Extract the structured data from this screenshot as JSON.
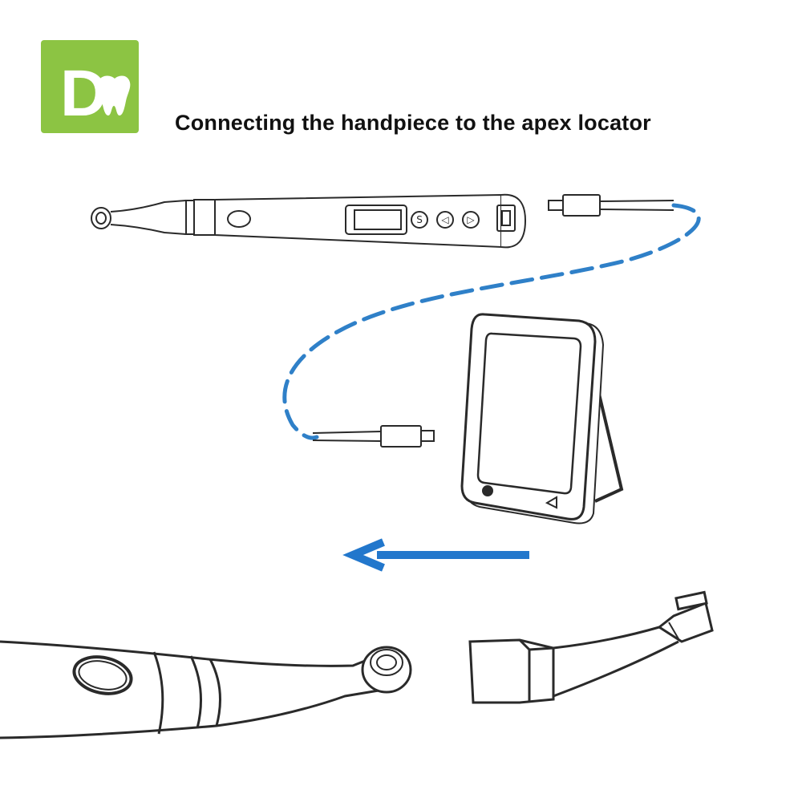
{
  "header": {
    "title": "Connecting the handpiece to the apex locator",
    "logo_letter": "D"
  },
  "handpiece_buttons": [
    "S",
    "◁",
    "▷"
  ],
  "colors": {
    "brand_green": "#8cc443",
    "cable_blue": "#2f80c8",
    "arrow_blue": "#2277cc",
    "line_art": "#2a2a2a"
  },
  "icons": [
    "tooth-logo",
    "usb-connector",
    "tablet-device",
    "left-arrow"
  ]
}
